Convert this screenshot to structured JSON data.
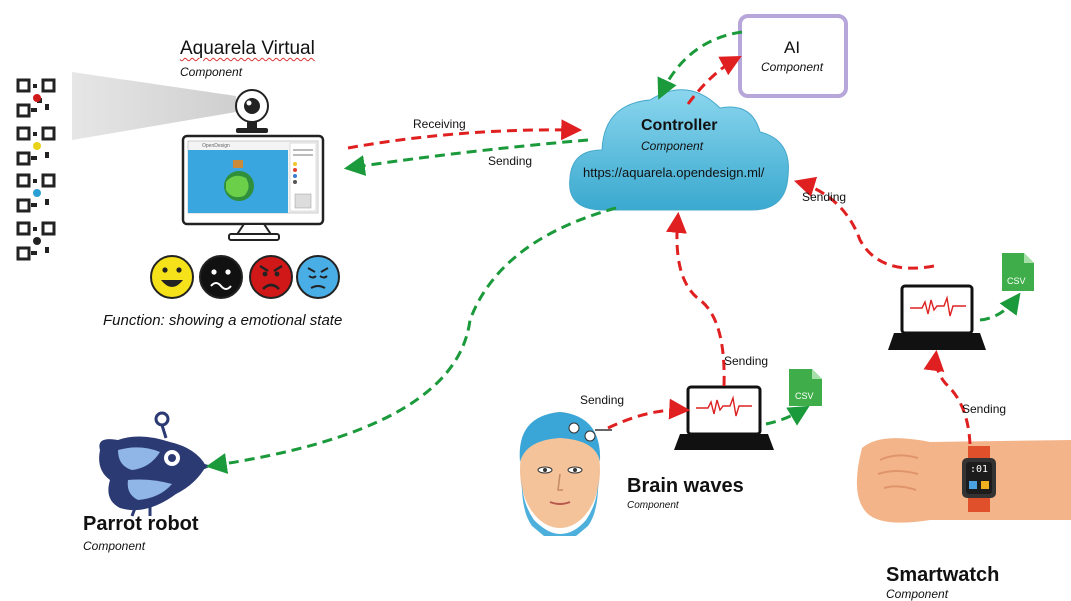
{
  "aquarela": {
    "title": "Aquarela Virtual",
    "component": "Component",
    "function": "Function: showing a emotional state",
    "screen_brand": "OpenDesign",
    "emotions": [
      "happy",
      "sad",
      "angry",
      "worried"
    ]
  },
  "controller": {
    "title": "Controller",
    "component": "Component",
    "url": "https://aquarela.opendesign.ml/"
  },
  "ai": {
    "title": "AI",
    "component": "Component"
  },
  "parrot": {
    "title": "Parrot robot",
    "component": "Component"
  },
  "brain": {
    "title": "Brain waves",
    "component": "Component",
    "file_label": "CSV"
  },
  "smartwatch": {
    "title": "Smartwatch",
    "component": "Component",
    "file_label": "CSV",
    "watch_display": ":01"
  },
  "edges": {
    "receiving": "Receiving",
    "sending_aquarela": "Sending",
    "sending_brain_laptop": "Sending",
    "sending_brain_head": "Sending",
    "sending_smart_laptop": "Sending",
    "sending_watch": "Sending"
  },
  "colors": {
    "red_arrow": "#e02020",
    "green_arrow": "#1a9a3a",
    "cloud_fill": "#5bbfdc",
    "ai_border": "#b7a6d9",
    "csv_green": "#3fae4a",
    "parrot_blue": "#2b3a73",
    "watch_strap": "#e0502a",
    "skin": "#f4b48a"
  }
}
